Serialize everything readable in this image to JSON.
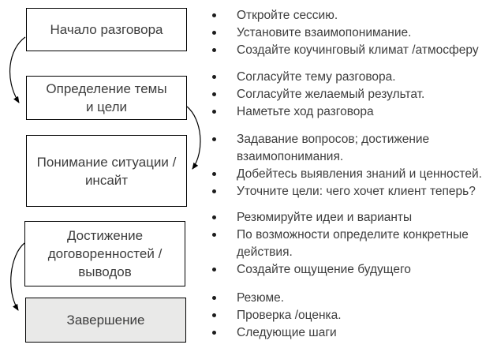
{
  "colors": {
    "background": "#ffffff",
    "box_border": "#000000",
    "text": "#3d3d3d",
    "arrow": "#000000",
    "final_stage_fill": "#e9e9e8"
  },
  "bullet_glyph": "•",
  "stages": [
    {
      "label": [
        "Начало разговора"
      ],
      "bullets": [
        "Откройте сессию.",
        "Установите взаимопонимание.",
        "Создайте коучинговый климат /атмосферу"
      ]
    },
    {
      "label": [
        "Определение темы",
        "и цели"
      ],
      "bullets": [
        "Согласуйте тему разговора.",
        "Согласуйте желаемый результат.",
        "Наметьте ход разговора"
      ]
    },
    {
      "label": [
        "Понимание ситуации /",
        "инсайт"
      ],
      "bullets": [
        [
          "Задавание вопросов; достижение",
          "взаимопонимания."
        ],
        "Добейтесь выявления знаний и ценностей.",
        "Уточните цели: чего хочет клиент теперь?"
      ]
    },
    {
      "label": [
        "Достижение",
        "договоренностей /",
        "выводов"
      ],
      "bullets": [
        "Резюмируйте идеи и варианты",
        [
          "По возможности определите конкретные",
          "действия."
        ],
        "Создайте ощущение будущего"
      ]
    },
    {
      "label": [
        "Завершение"
      ],
      "bullets": [
        "Резюме.",
        "Проверка /оценка.",
        "Следующие шаги"
      ]
    }
  ]
}
